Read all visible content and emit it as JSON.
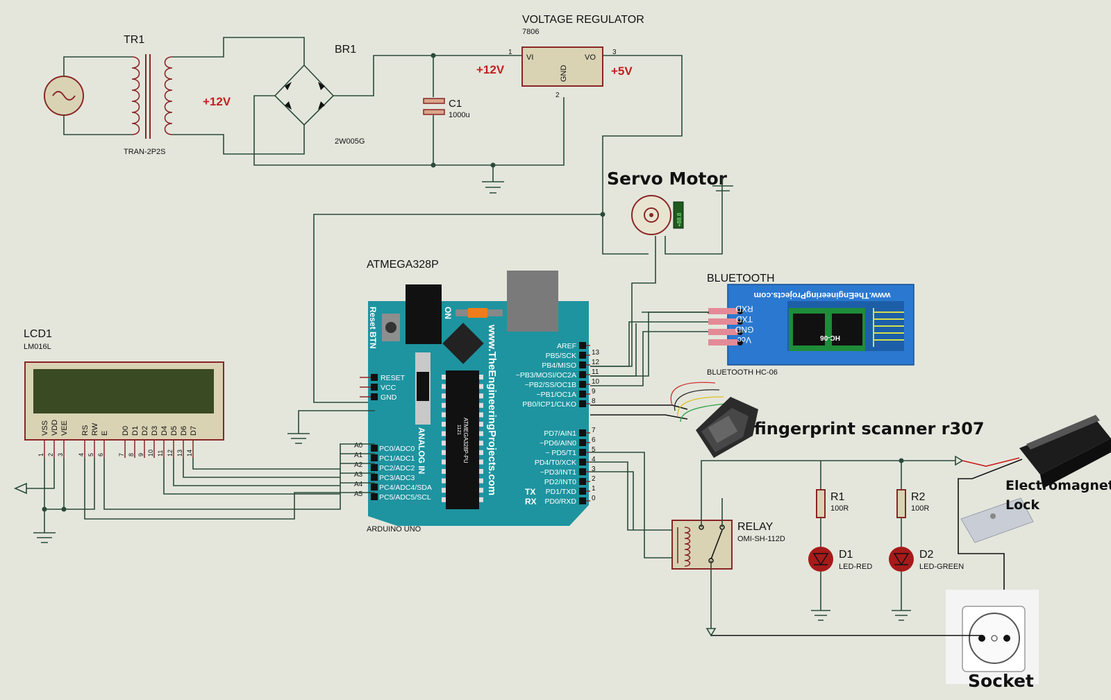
{
  "colors": {
    "background": "#e4e6dc",
    "arduino": "#1e94a0",
    "bluetooth": "#2b78d0",
    "component": "#d9d3b4",
    "outline": "#8a2525"
  },
  "power": {
    "tr1": {
      "name": "TR1",
      "part": "TRAN-2P2S"
    },
    "br1": {
      "name": "BR1",
      "part": "2W005G"
    },
    "c1": {
      "name": "C1",
      "value": "1000u"
    },
    "regulator": {
      "title": "VOLTAGE REGULATOR",
      "part": "7806",
      "vi": "VI",
      "vo": "VO",
      "gnd": "GND",
      "pin1": "1",
      "pin2": "2",
      "pin3": "3"
    },
    "v12a": "+12V",
    "v12b": "+12V",
    "v5": "+5V"
  },
  "servo": {
    "title": "Servo Motor",
    "readout": "+88.8"
  },
  "arduino": {
    "title": "ATMEGA328P",
    "board": "ARDUINO UNO",
    "reset_btn": "Reset BTN",
    "on": "ON",
    "watermark": "www.TheEngineeringProjects.com",
    "analog_in": "ANALOG IN",
    "chip": "ATMEGA328P-PU",
    "chip_code": "1121",
    "left_pins": [
      "RESET",
      "VCC",
      "GND"
    ],
    "analog_pins": [
      "PC0/ADC0",
      "PC1/ADC1",
      "PC2/ADC2",
      "PC3/ADC3",
      "PC4/ADC4/SDA",
      "PC5/ADC5/SCL"
    ],
    "analog_labels": [
      "A0",
      "A1",
      "A2",
      "A3",
      "A4",
      "A5"
    ],
    "right_top": [
      "AREF",
      "PB5/SCK",
      "PB4/MISO",
      "~PB3/MOSI/OC2A",
      "~PB2/SS/OC1B",
      "~PB1/OC1A",
      "PB0/ICP1/CLKO"
    ],
    "right_top_nums": [
      "",
      "13",
      "12",
      "11",
      "10",
      "9",
      "8"
    ],
    "right_bottom": [
      "PD7/AIN1",
      "~PD6/AIN0",
      "~ PD5/T1",
      "PD4/T0/XCK",
      "~PD3/INT1",
      "PD2/INT0",
      "PD1/TXD",
      "PD0/RXD"
    ],
    "right_bottom_nums": [
      "7",
      "6",
      "5",
      "4",
      "3",
      "2",
      "1",
      "0"
    ],
    "tx": "TX",
    "rx": "RX"
  },
  "lcd": {
    "name": "LCD1",
    "part": "LM016L",
    "pins": [
      "VSS",
      "VDD",
      "VEE",
      "RS",
      "RW",
      "E",
      "D0",
      "D1",
      "D2",
      "D3",
      "D4",
      "D5",
      "D6",
      "D7"
    ],
    "nums": [
      "1",
      "2",
      "3",
      "4",
      "5",
      "6",
      "7",
      "8",
      "9",
      "10",
      "11",
      "12",
      "13",
      "14"
    ]
  },
  "bluetooth": {
    "title": "BLUETOOTH",
    "watermark": "www.TheEngineeringProjects.com",
    "module": "BLUETOOTH HC-06",
    "chip": "HC-06",
    "pins": [
      "RXD",
      "TXD",
      "GND",
      "Vcc"
    ]
  },
  "fingerprint": {
    "label": "fingerprint scanner r307"
  },
  "relay": {
    "name": "RELAY",
    "part": "OMI-SH-112D"
  },
  "r1": {
    "name": "R1",
    "value": "100R"
  },
  "r2": {
    "name": "R2",
    "value": "100R"
  },
  "d1": {
    "name": "D1",
    "part": "LED-RED"
  },
  "d2": {
    "name": "D2",
    "part": "LED-GREEN"
  },
  "lock": {
    "line1": "Electromagnetic",
    "line2": "Lock"
  },
  "socket": {
    "label": "Socket"
  }
}
